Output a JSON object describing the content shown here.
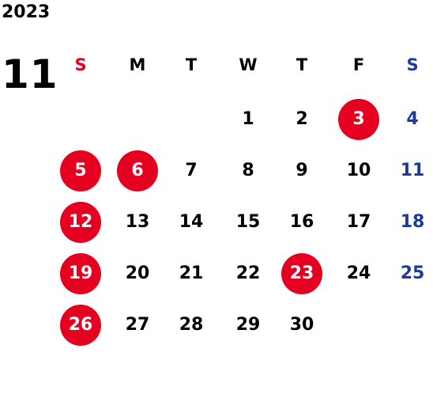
{
  "calendar": {
    "year": "2023",
    "month": "11",
    "weekdays": [
      "S",
      "M",
      "T",
      "W",
      "T",
      "F",
      "S"
    ],
    "weeks": [
      [
        "",
        "",
        "",
        "1",
        "2",
        "3",
        "4"
      ],
      [
        "5",
        "6",
        "7",
        "8",
        "9",
        "10",
        "11"
      ],
      [
        "12",
        "13",
        "14",
        "15",
        "16",
        "17",
        "18"
      ],
      [
        "19",
        "20",
        "21",
        "22",
        "23",
        "24",
        "25"
      ],
      [
        "26",
        "27",
        "28",
        "29",
        "30",
        "",
        ""
      ]
    ],
    "holidays": [
      "3",
      "5",
      "6",
      "12",
      "19",
      "23",
      "26"
    ]
  },
  "colors": {
    "sunday_header": "#e60020",
    "saturday": "#1a3b99",
    "holiday_circle": "#e60020",
    "text": "#000000"
  }
}
